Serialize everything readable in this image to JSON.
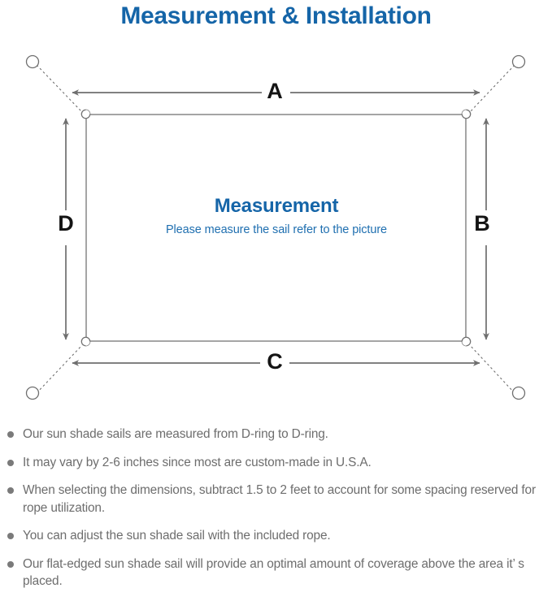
{
  "page": {
    "title": "Measurement & Installation",
    "title_color": "#1565a8",
    "background": "#ffffff"
  },
  "diagram": {
    "type": "sun-shade-sail-measurement",
    "center": {
      "heading": "Measurement",
      "subheading": "Please measure the sail refer to the picture",
      "heading_color": "#1565a8",
      "subheading_color": "#1f6fb0"
    },
    "dimension_labels": [
      {
        "id": "A",
        "label": "A",
        "edge": "top",
        "color": "#141414"
      },
      {
        "id": "B",
        "label": "B",
        "edge": "right",
        "color": "#141414"
      },
      {
        "id": "C",
        "label": "C",
        "edge": "bottom",
        "color": "#141414"
      },
      {
        "id": "D",
        "label": "D",
        "edge": "left",
        "color": "#141414"
      }
    ],
    "sail": {
      "shape": "rectangle",
      "stroke_color": "#6f6f6f",
      "corners": [
        "top-left",
        "top-right",
        "bottom-right",
        "bottom-left"
      ],
      "corner_hardware": "D-ring"
    },
    "anchors": {
      "count": 4,
      "marker": "circle-outline",
      "stroke_color": "#6f6f6f",
      "rope_style": "dotted"
    },
    "arrow_color": "#6f6f6f"
  },
  "notes": [
    {
      "bullet": "dot",
      "text": "Our sun shade sails are measured from D-ring to D-ring."
    },
    {
      "bullet": "dot",
      "text": "It may vary by 2-6 inches since most are custom-made in U.S.A."
    },
    {
      "bullet": "dot",
      "text": "When selecting the dimensions, subtract 1.5 to 2 feet to account for some spacing reserved for rope utilization."
    },
    {
      "bullet": "dot",
      "text": "You can adjust the sun shade sail with the included rope."
    },
    {
      "bullet": "dot",
      "text": "Our flat-edged sun shade sail will provide an optimal amount of coverage above the area it’ s placed."
    }
  ]
}
